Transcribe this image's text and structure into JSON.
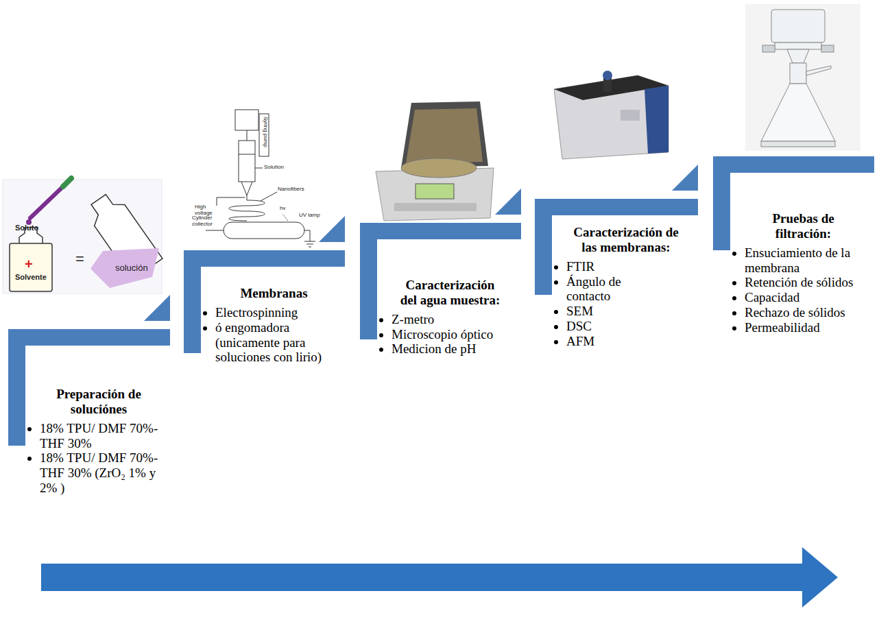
{
  "diagram": {
    "nodes": [
      {
        "text": [
          "Preparación de soluciónes",
          "18% TPU/ DMF 70%- THF 30%",
          "18% TPU/ DMF 70%- THF 30% (ZrO₂ 1% y 2% )"
        ]
      },
      {
        "text": [
          "Membranas",
          "Electrospinning",
          "ó engomadora (unicamente para soluciones con lirio)"
        ]
      },
      {
        "text": [
          "Caracterización del agua muestra:",
          "Z-metro",
          "Microscopio óptico",
          "Medicion de pH"
        ]
      },
      {
        "text": [
          "Caracterización de las membranas:",
          "FTIR",
          "Ángulo de contacto",
          "SEM",
          "DSC",
          "AFM"
        ]
      },
      {
        "text": [
          "Pruebas de filtración:",
          "Ensuciamiento de la membrana",
          "Retención de sólidos",
          "Capacidad",
          "Rechazo de sólidos",
          "Permeabilidad"
        ]
      }
    ],
    "labels": [
      "Soluto",
      "+",
      "Solvente",
      "=",
      "solución",
      "Syring pump",
      "Solution",
      "High voltage",
      "Nanofibers",
      "hv",
      "UV lamp",
      "Cylinder collector"
    ]
  }
}
